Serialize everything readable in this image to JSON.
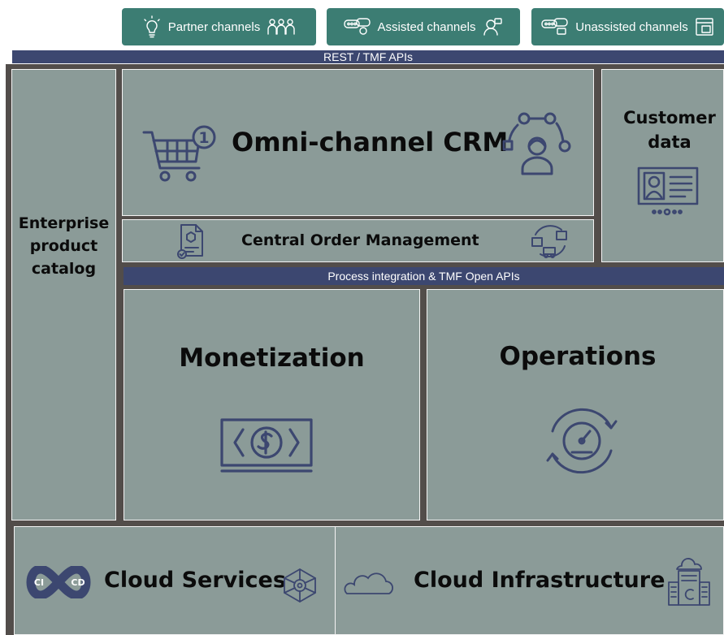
{
  "channels": [
    {
      "label": "Partner channels",
      "left_icon": "lightbulb-icon",
      "right_icon": "partners-group-icon"
    },
    {
      "label": "Assisted channels",
      "left_icon": "chat-bubbles-icon",
      "right_icon": "agent-assist-icon"
    },
    {
      "label": "Unassisted channels",
      "left_icon": "chat-bubbles-icon",
      "right_icon": "self-service-screen-icon"
    }
  ],
  "api_bar": {
    "label": "REST / TMF APIs"
  },
  "catalog": {
    "label": "Enterprise product catalog",
    "line1": "Enterprise",
    "line2": "product",
    "line3": "catalog"
  },
  "crm": {
    "label": "Omni-channel CRM",
    "cart_badge": "1",
    "left_icon": "shopping-cart-icon",
    "right_icon": "customer-network-icon"
  },
  "customer_data": {
    "line1": "Customer",
    "line2": "data",
    "icon": "id-card-icon"
  },
  "order_management": {
    "label": "Central Order Management",
    "left_icon": "order-document-icon",
    "right_icon": "delivery-cycle-icon"
  },
  "integration_bar": {
    "label": "Process integration & TMF Open APIs"
  },
  "monetization": {
    "label": "Monetization",
    "icon": "money-bill-icon"
  },
  "operations": {
    "label": "Operations",
    "icon": "speedometer-cycle-icon"
  },
  "cloud_services": {
    "label": "Cloud Services",
    "ci_label": "CI",
    "cd_label": "CD",
    "icon": "network-hub-icon"
  },
  "cloud_infrastructure": {
    "label": "Cloud Infrastructure",
    "left_icon": "cloud-icon",
    "right_icon": "datacenter-building-icon"
  },
  "colors": {
    "channel_green": "#3c7d73",
    "bar_navy": "#3c4770",
    "panel_gray": "#8b9b98",
    "frame_brown": "#524d4a",
    "icon_navy": "#3c4770"
  }
}
